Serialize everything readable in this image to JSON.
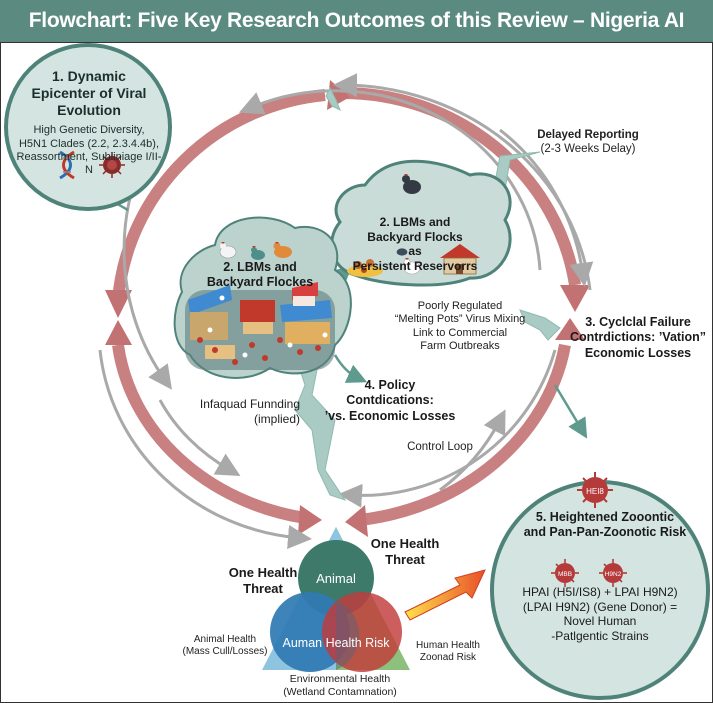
{
  "title": "Flowchart: Five Key Research Outcomes of this Review – Nigeria AI Crisis",
  "colors": {
    "title_bar": "#5a8a80",
    "node_fill": "#d4e5e1",
    "node_border": "#4f8379",
    "cycle_arrow": "#c27272",
    "control_arrow": "#a9a9a9",
    "lightning": "#a9cbc3",
    "venn_animal": "#3d7a6a",
    "venn_human_env": "#2f79b3",
    "venn_risk": "#c23a3a",
    "triangle_blue": "#8fc4e0",
    "triangle_green": "#8cc07c",
    "highlight_arrow": "#f0b020"
  },
  "node1": {
    "title_lines": [
      "1. Dynamic",
      "Epicenter of Viral",
      "Evolution"
    ],
    "body_lines": [
      "High Genetic Diversity,",
      "H5N1 Clades (2.2, 2.3.4.4b),",
      "Reassortment, Subiiniage I/II-N"
    ],
    "icons": [
      "dna-icon",
      "virus-icon"
    ]
  },
  "node2a": {
    "title_lines": [
      "2. LBMs and",
      "Backyard Flockes"
    ],
    "icons": [
      "hen-icon",
      "hen-icon",
      "hen-icon",
      "market-scene"
    ]
  },
  "node2b": {
    "title_lines": [
      "2. LBMs and",
      "Backyard Flocks",
      "as",
      "Persistent Reservorrs"
    ],
    "icons": [
      "hen-icon",
      "bird-icon",
      "flock-icon",
      "hen-icon",
      "farmhouse-icon"
    ]
  },
  "node2_caption": [
    "Poorly Regulated",
    "“Melting Pots” Virus Mixing",
    "Link to Commercial",
    "Farm Outbreaks"
  ],
  "delayed_reporting": [
    "Delayed Reporting",
    "(2-3 Weeks Delay)"
  ],
  "node3": [
    "3. Cyclclal Failure",
    "Contrdictions: ’Vation”",
    "Economic Losses"
  ],
  "node4": [
    "4. Policy",
    "Contdications:",
    "’vs. Economic Losses"
  ],
  "funding": [
    "Infaquad Funnding",
    "(implied)"
  ],
  "control_loop": "Control Loop",
  "node5": {
    "title_lines": [
      "5. Heightened Zooontic",
      "and Pan-Pan-Zoonotic Risk"
    ],
    "virus_labels": [
      "HEI8",
      "MBB",
      "H9N2"
    ],
    "body_lines": [
      "HPAI (H5I/IS8) + LPAI H9N2)",
      "(LPAI H9N2) (Gene Donor) =",
      "Novel Human",
      "-Patlgentic Strains"
    ]
  },
  "one_health": {
    "threat_left": [
      "One Health",
      "Threat"
    ],
    "threat_right": [
      "One Health",
      "Threat"
    ],
    "animal": "Animal",
    "center": "Auman Health Risk",
    "animal_health": [
      "Animal Health",
      "(Mass Cull/Losses)"
    ],
    "human_health": [
      "Human Health",
      "Zoonad Risk"
    ],
    "environmental": [
      "Environmental Health",
      "(Wetland Contamnation)"
    ]
  }
}
